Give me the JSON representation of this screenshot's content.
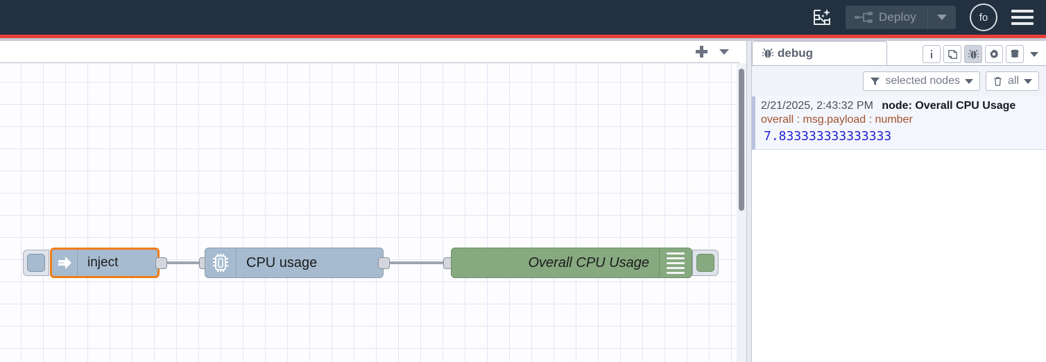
{
  "header": {
    "ai_assist_icon": "flow-ai-icon",
    "deploy": {
      "label": "Deploy",
      "icon": "deploy-icon",
      "caret_icon": "chevron-down-icon",
      "disabled": true
    },
    "user": {
      "initials": "fo"
    },
    "menu_icon": "hamburger-menu-icon"
  },
  "workspace": {
    "add_icon": "plus-icon",
    "tablist_caret_icon": "chevron-down-icon",
    "nodes": [
      {
        "id": "inject",
        "type": "inject",
        "label": "inject",
        "icon": "arrow-right-icon",
        "selected": true,
        "color": "#a6bbcf",
        "selection_color": "#ef7d18"
      },
      {
        "id": "cpu-usage",
        "type": "cpu",
        "label": "CPU usage",
        "icon": "microchip-icon",
        "selected": false,
        "color": "#a6bbcf"
      },
      {
        "id": "overall-cpu-usage",
        "type": "debug",
        "label": "Overall CPU Usage",
        "icon": "debug-lines-icon",
        "selected": false,
        "color": "#87a980"
      }
    ]
  },
  "sidebar": {
    "tab": {
      "label": "debug",
      "icon": "bug-icon"
    },
    "tools": [
      {
        "name": "info-icon",
        "glyph": "i",
        "active": false
      },
      {
        "name": "help-book-icon",
        "glyph": "book",
        "active": false
      },
      {
        "name": "debug-bug-icon",
        "glyph": "bug",
        "active": true
      },
      {
        "name": "config-gear-icon",
        "glyph": "gear",
        "active": false
      },
      {
        "name": "context-data-icon",
        "glyph": "database",
        "active": false
      }
    ],
    "tools_caret_icon": "chevron-down-icon",
    "filters": {
      "node_filter": {
        "label": "selected nodes",
        "icon": "funnel-icon",
        "caret_icon": "chevron-down-icon"
      },
      "clear_filter": {
        "label": "all",
        "icon": "trash-icon",
        "caret_icon": "chevron-down-icon"
      }
    },
    "messages": [
      {
        "timestamp": "2/21/2025, 2:43:32 PM",
        "node": "node: Overall CPU Usage",
        "topic": "overall : msg.payload : number",
        "value": "7.833333333333333"
      }
    ]
  },
  "colors": {
    "header_bg": "#22303f",
    "accent_red": "#e8403a",
    "node_blue": "#a6bbcf",
    "node_green": "#87a980",
    "selection_orange": "#ef7d18",
    "value_blue": "#2020d0",
    "topic_brown": "#a0522d"
  }
}
